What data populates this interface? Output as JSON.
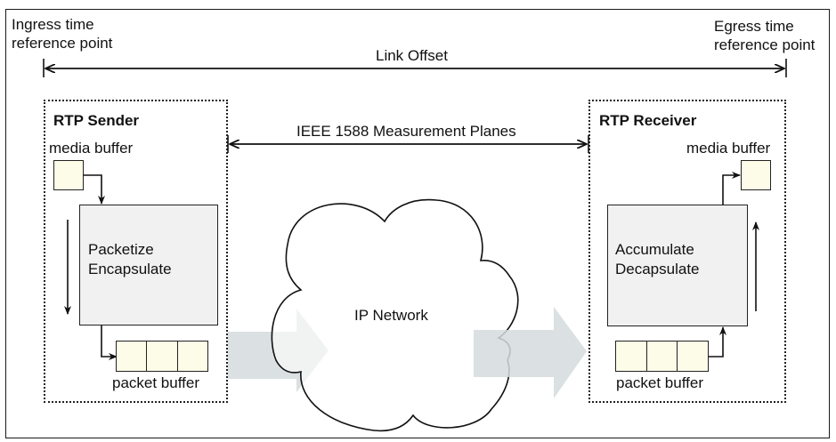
{
  "diagram": {
    "ingress_label": [
      "Ingress time",
      "reference point"
    ],
    "egress_label": [
      "Egress time",
      "reference point"
    ],
    "link_offset_label": "Link Offset",
    "measurement_planes_label": "IEEE 1588 Measurement Planes",
    "network_label": "IP Network",
    "sender": {
      "title": "RTP Sender",
      "media_buffer_label": "media buffer",
      "process_lines": [
        "Packetize",
        "Encapsulate"
      ],
      "packet_buffer_label": "packet buffer",
      "packet_buffer_cells": 3
    },
    "receiver": {
      "title": "RTP Receiver",
      "media_buffer_label": "media buffer",
      "process_lines": [
        "Accumulate",
        "Decapsulate"
      ],
      "packet_buffer_label": "packet buffer",
      "packet_buffer_cells": 3
    },
    "colors": {
      "buffer_fill": "#fdfce8",
      "process_fill": "#f1f1f1",
      "flow_arrow_fill": "#d5dadd",
      "line": "#111111"
    }
  }
}
